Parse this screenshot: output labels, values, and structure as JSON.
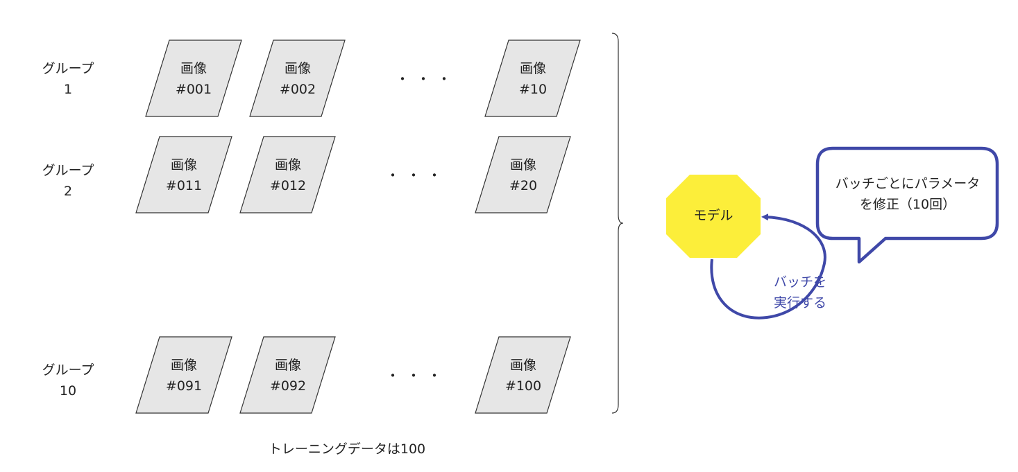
{
  "groups": [
    {
      "label_line1": "グループ",
      "label_line2": "1",
      "images": [
        {
          "line1": "画像",
          "line2": "#001"
        },
        {
          "line1": "画像",
          "line2": "#002"
        },
        {
          "line1": "画像",
          "line2": "#10"
        }
      ]
    },
    {
      "label_line1": "グループ",
      "label_line2": "2",
      "images": [
        {
          "line1": "画像",
          "line2": "#011"
        },
        {
          "line1": "画像",
          "line2": "#012"
        },
        {
          "line1": "画像",
          "line2": "#20"
        }
      ]
    },
    {
      "label_line1": "グループ",
      "label_line2": "10",
      "images": [
        {
          "line1": "画像",
          "line2": "#091"
        },
        {
          "line1": "画像",
          "line2": "#092"
        },
        {
          "line1": "画像",
          "line2": "#100"
        }
      ]
    }
  ],
  "ellipsis": "・・・",
  "footer": "トレーニングデータは100",
  "model": {
    "label": "モデル",
    "color": "#fcee3a"
  },
  "batch_arrow": {
    "line1": "バッチを",
    "line2": "実行する",
    "color": "#3f48a8"
  },
  "callout": {
    "line1": "バッチごとにパラメータ",
    "line2": "を修正（10回）",
    "border_color": "#3f48a8"
  },
  "colors": {
    "parallelogram_fill": "#e6e6e6",
    "stroke": "#333333"
  }
}
